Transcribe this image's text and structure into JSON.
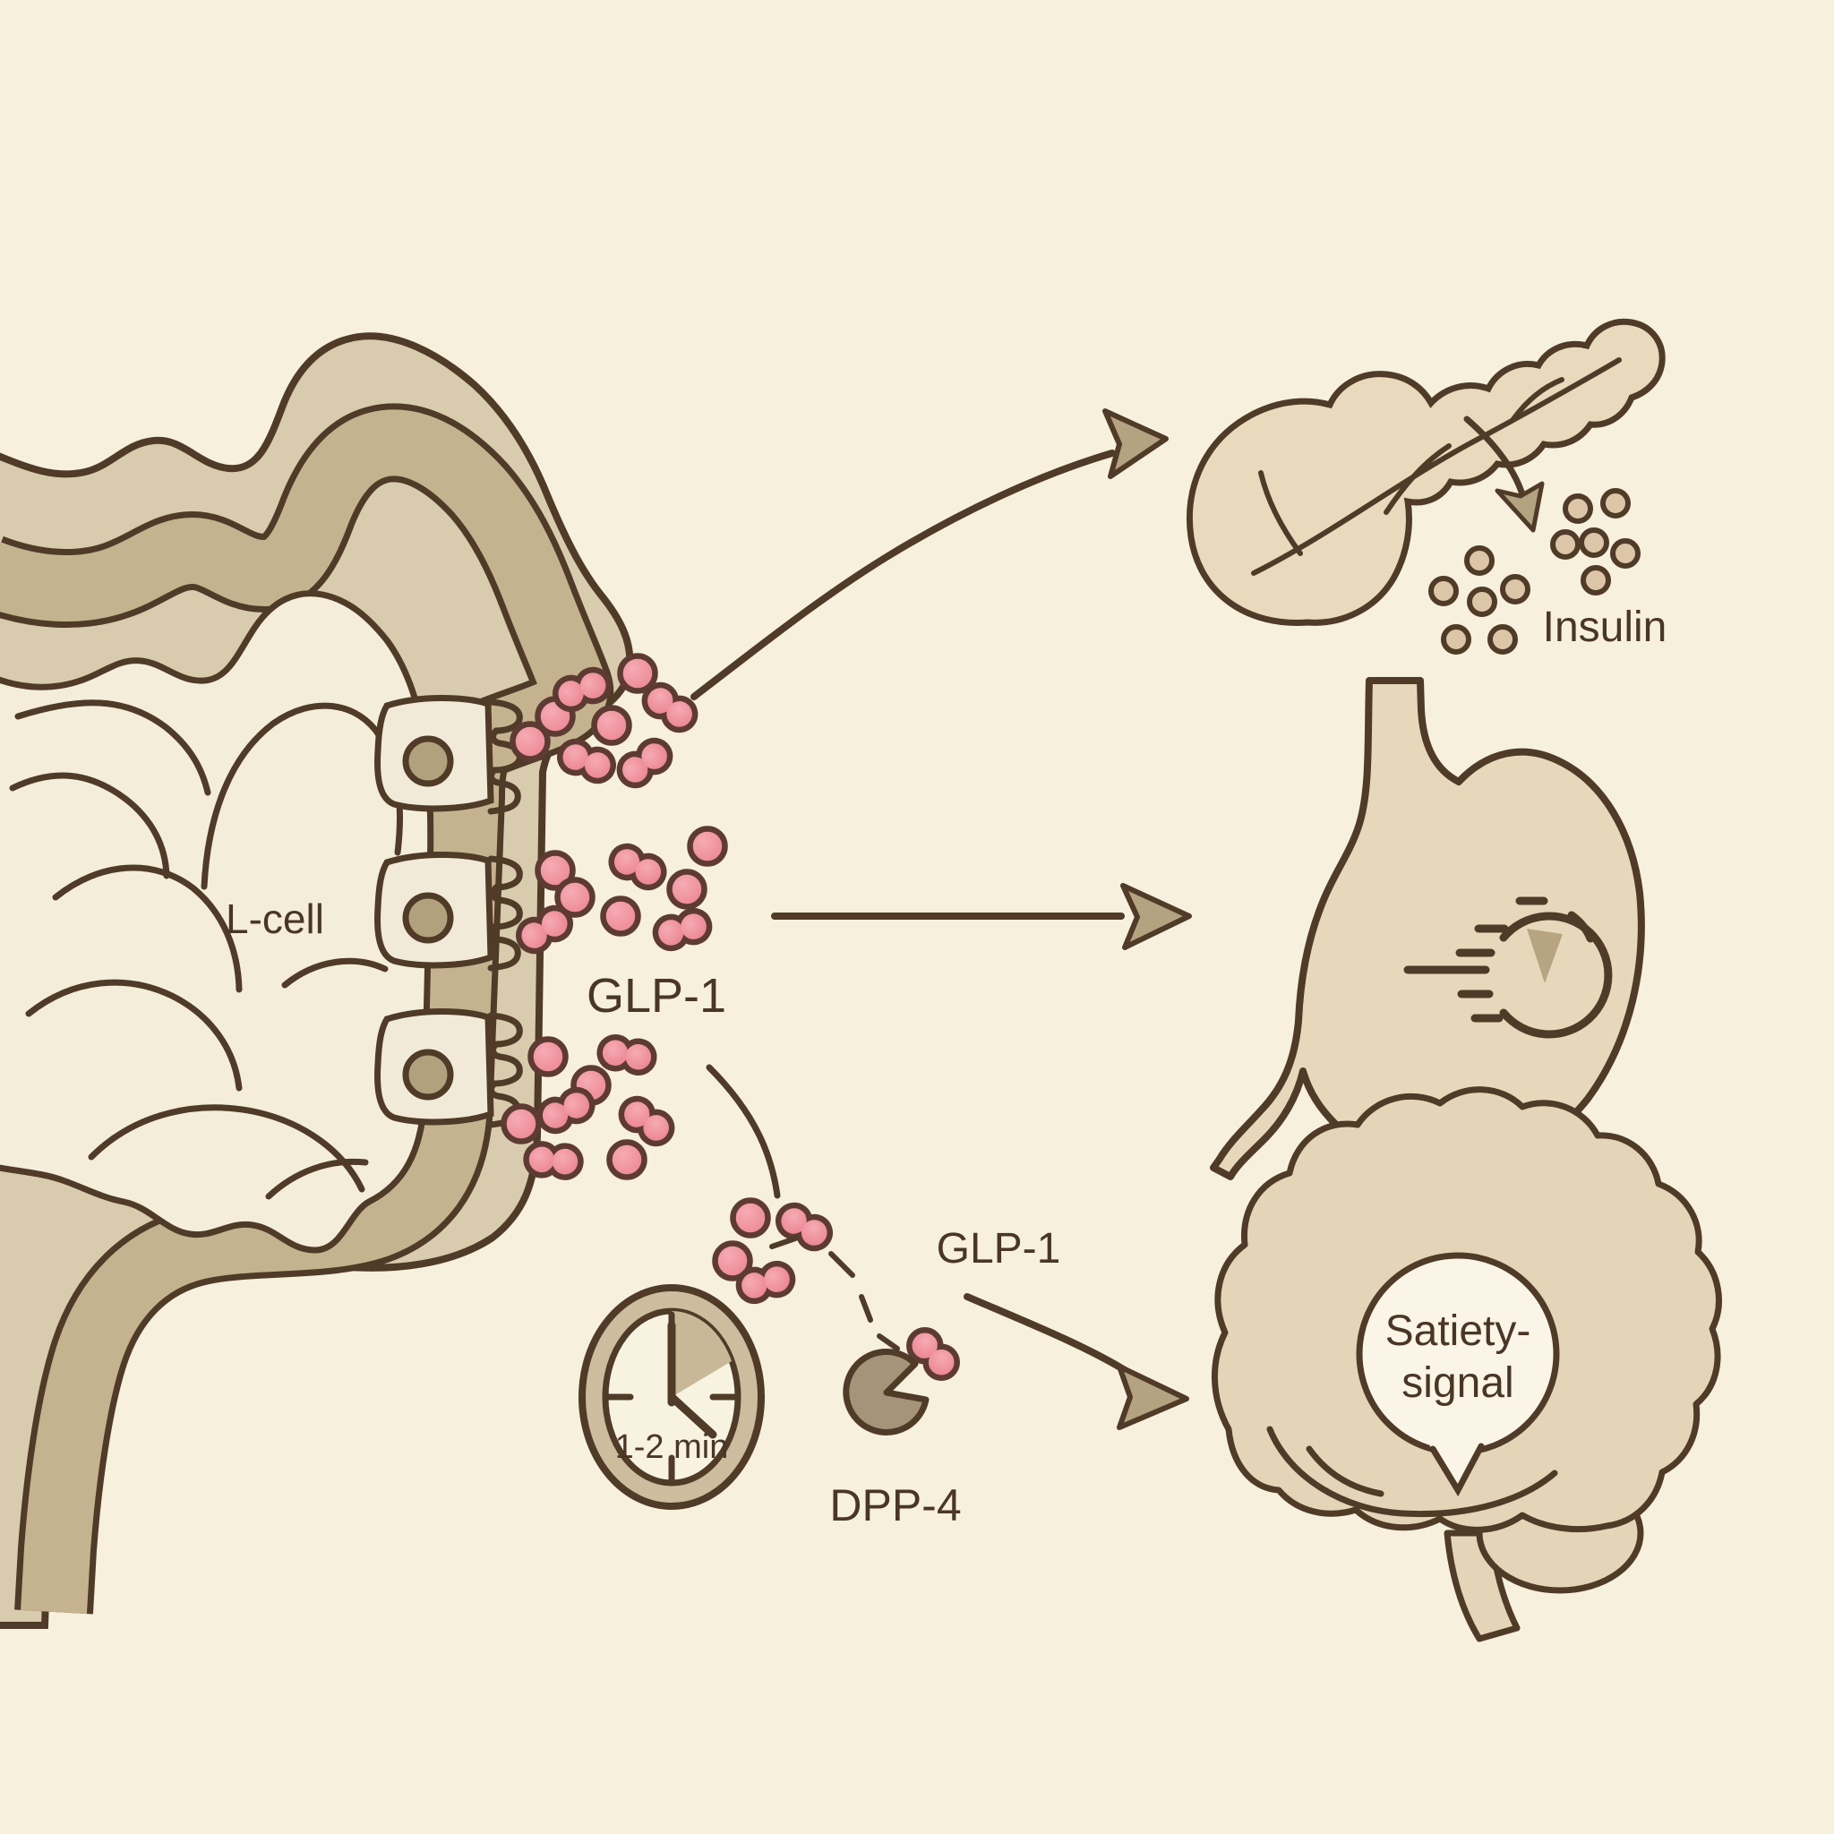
{
  "diagram": {
    "description": "GLP-1 secretion pathway illustration",
    "background_color": "#f6f0dd",
    "outline_color": "#4f3b27",
    "accent_pink": "#ef8e9b",
    "organ_fill": "#e6d7bc",
    "band_light": "#d9cbad",
    "band_dark": "#c5b38f",
    "lumen_cream": "#f4edda"
  },
  "labels": {
    "l_cell": {
      "text": "L-cell"
    },
    "glp1_main": {
      "text": "GLP-1"
    },
    "glp1_degraded": {
      "text": "GLP-1"
    },
    "insulin": {
      "text": "Insulin"
    },
    "dpp4": {
      "text": "DPP-4"
    },
    "half_life": {
      "text": "1-2 min"
    },
    "satiety_line1": {
      "text": "Satiety-"
    },
    "satiety_line2": {
      "text": "signal"
    }
  },
  "icons": [
    "intestine-icon",
    "l-cell-icon",
    "glp1-dots-icon",
    "pancreas-icon",
    "insulin-dots-icon",
    "stomach-icon",
    "gastric-emptying-timer-icon",
    "clock-icon",
    "dpp4-enzyme-icon",
    "brain-icon",
    "speech-bubble-icon",
    "arrow-icon"
  ]
}
